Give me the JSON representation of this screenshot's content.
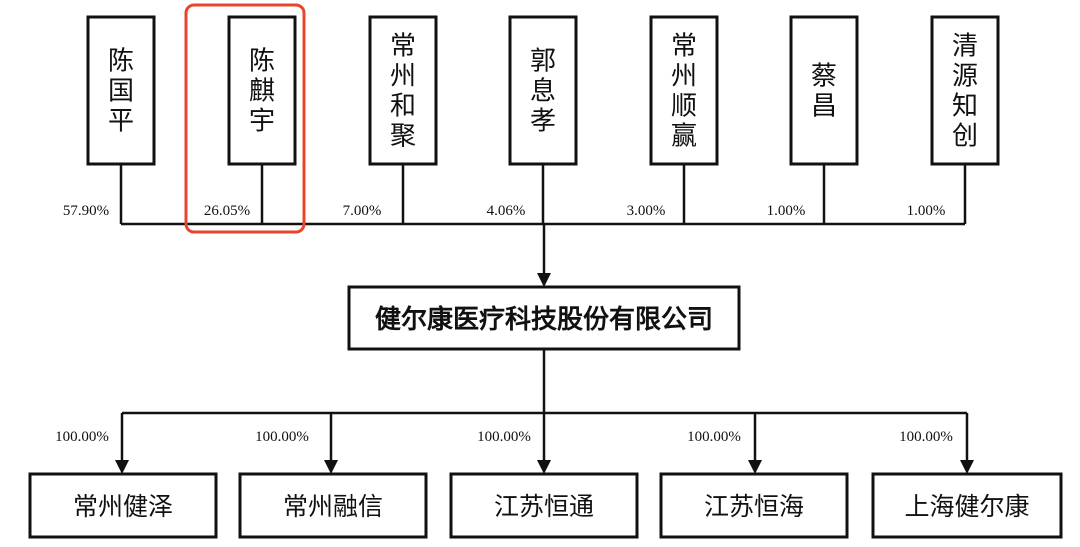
{
  "shareholders": [
    {
      "name": "陈国平",
      "pct": "57.90%"
    },
    {
      "name": "陈麒宇",
      "pct": "26.05%"
    },
    {
      "name": "常州和聚",
      "pct": "7.00%"
    },
    {
      "name": "郭息孝",
      "pct": "4.06%"
    },
    {
      "name": "常州顺赢",
      "pct": "3.00%"
    },
    {
      "name": "蔡昌",
      "pct": "1.00%"
    },
    {
      "name": "清源知创",
      "pct": "1.00%"
    }
  ],
  "highlight": {
    "index": 1,
    "color": "#e8452c"
  },
  "company": "健尔康医疗科技股份有限公司",
  "subsidiaries": [
    {
      "name": "常州健泽",
      "pct": "100.00%"
    },
    {
      "name": "常州融信",
      "pct": "100.00%"
    },
    {
      "name": "江苏恒通",
      "pct": "100.00%"
    },
    {
      "name": "江苏恒海",
      "pct": "100.00%"
    },
    {
      "name": "上海健尔康",
      "pct": "100.00%"
    }
  ]
}
